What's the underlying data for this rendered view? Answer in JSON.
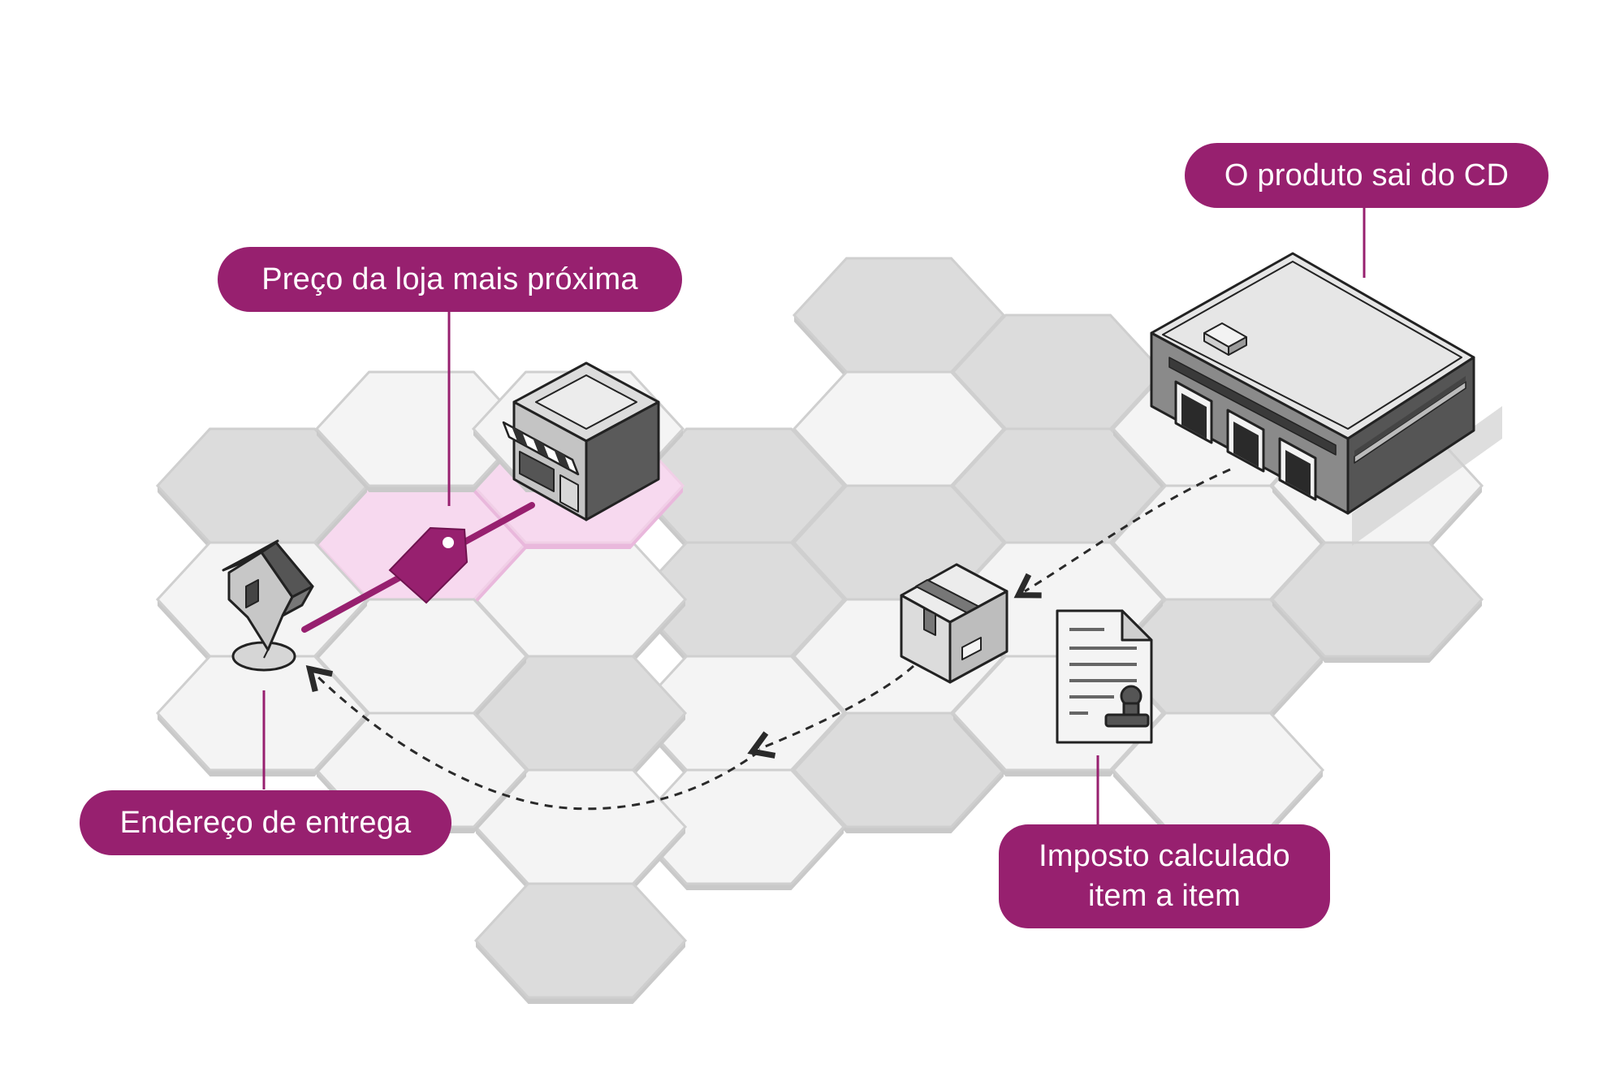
{
  "diagram": {
    "callouts": {
      "warehouse": "O produto sai do CD",
      "store_price": "Preço da loja mais próxima",
      "delivery": "Endereço de entrega",
      "tax_line1": "Imposto calculado",
      "tax_line2": "item a item"
    },
    "icons": [
      "warehouse-icon",
      "store-icon",
      "price-tag-icon",
      "home-location-pin-icon",
      "package-box-icon",
      "stamped-document-icon"
    ],
    "colors": {
      "accent": "#97206f",
      "highlight": "#f7d9ef",
      "hex_gray": "#dcdcdc",
      "hex_light": "#f4f4f4",
      "outline": "#2a2a2a"
    }
  }
}
